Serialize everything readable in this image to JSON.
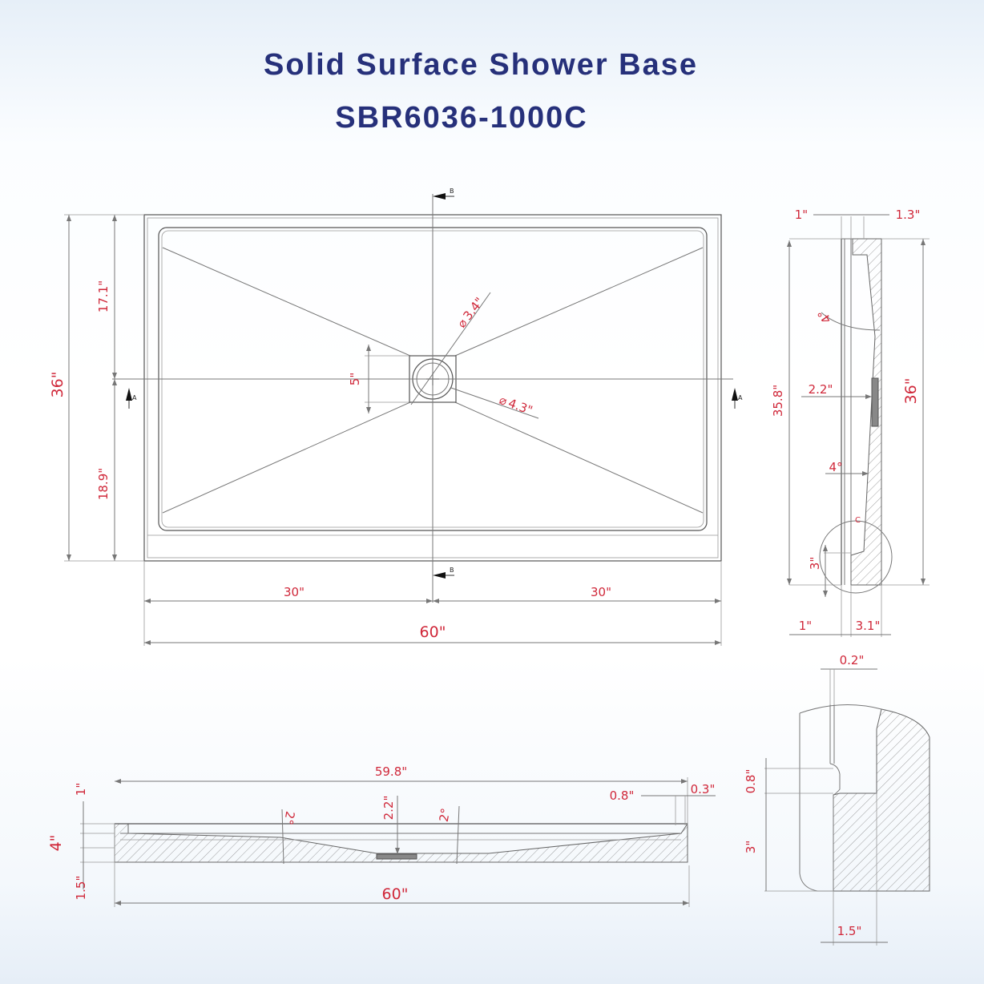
{
  "header": {
    "title": "Solid Surface Shower Base",
    "model": "SBR6036-1000C"
  },
  "colors": {
    "title": "#26307a",
    "dimension_text": "#d0283a",
    "line": "#777777"
  },
  "top_view": {
    "overall_width": "60\"",
    "half_width_left": "30\"",
    "half_width_right": "30\"",
    "overall_depth": "36\"",
    "drain_to_back": "17.1\"",
    "drain_to_front": "18.9\"",
    "drain_grate_size": "5\"",
    "drain_outer_diameter": "4.3\"",
    "drain_inner_diameter": "3.4\"",
    "diameter_symbol": "⌀",
    "section_a": "A",
    "section_b": "B"
  },
  "side_section_view": {
    "wall_left": "1\"",
    "wall_right": "1.3\"",
    "inner_depth": "35.8\"",
    "overall_depth": "36\"",
    "slope_top": "4°",
    "slope_bottom": "4°",
    "drain_depth": "2.2\"",
    "curb_height": "3\"",
    "base_left": "1\"",
    "base_right": "3.1\"",
    "detail_label": "C"
  },
  "front_section_view": {
    "inner_width": "59.8\"",
    "overall_width": "60\"",
    "rim_height": "1\"",
    "total_height": "4\"",
    "base_thickness": "1.5\"",
    "drain_depth": "2.2\"",
    "slope_left": "2°",
    "slope_right": "2°",
    "rim_inner": "0.8\"",
    "rim_outer": "0.3\""
  },
  "detail_view_c": {
    "lip_width": "0.2\"",
    "step_height": "0.8\"",
    "curb_height": "3\"",
    "curb_width": "1.5\""
  }
}
